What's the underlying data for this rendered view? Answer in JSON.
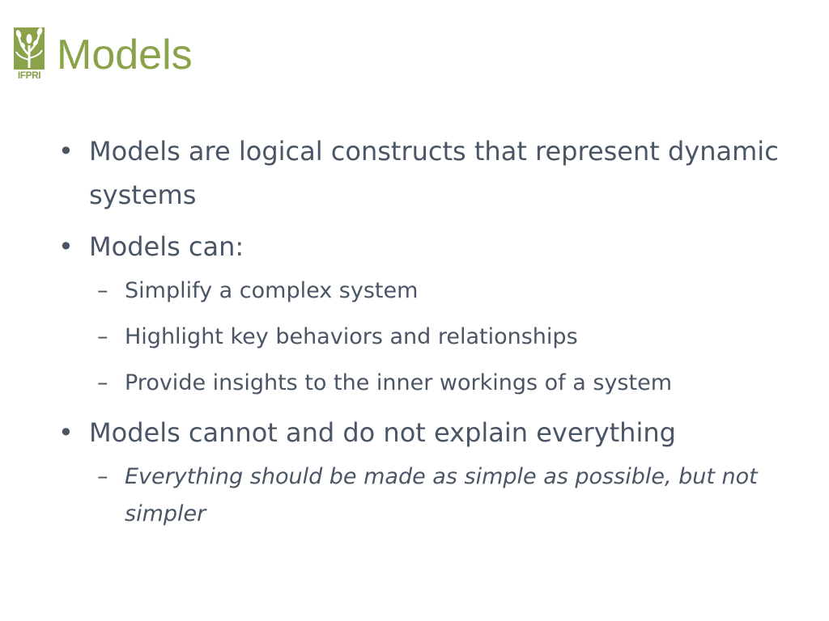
{
  "logo": {
    "text": "IFPRI",
    "icon": "ifpri-tree-icon",
    "color": "#8aa24a"
  },
  "title": "Models",
  "bullet_symbol": "•",
  "dash_symbol": "–",
  "bullets": [
    {
      "text": "Models are logical constructs that represent dynamic systems"
    },
    {
      "text": "Models can:",
      "subitems": [
        "Simplify a complex system",
        "Highlight key behaviors and relationships",
        "Provide insights to the inner workings of a system"
      ]
    },
    {
      "text": "Models cannot and do not explain everything",
      "subitems": [
        "Everything should be made as simple as possible, but not simpler"
      ]
    }
  ],
  "colors": {
    "title": "#8aa24a",
    "body": "#4a5566",
    "background": "#ffffff"
  }
}
